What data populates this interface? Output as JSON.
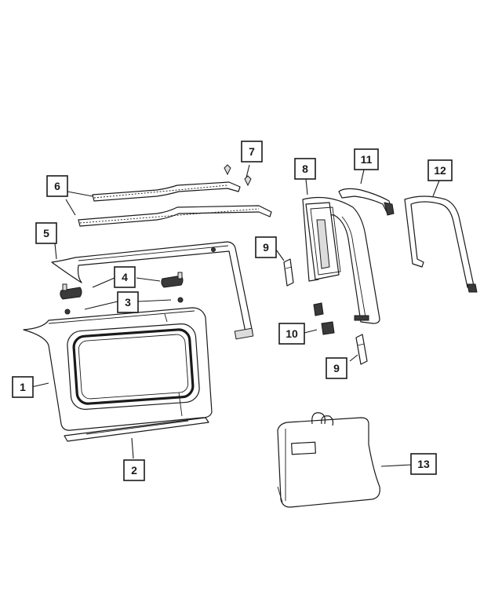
{
  "callouts": [
    {
      "id": "1",
      "label": "1"
    },
    {
      "id": "2",
      "label": "2"
    },
    {
      "id": "3",
      "label": "3"
    },
    {
      "id": "4",
      "label": "4"
    },
    {
      "id": "5",
      "label": "5"
    },
    {
      "id": "6",
      "label": "6"
    },
    {
      "id": "7",
      "label": "7"
    },
    {
      "id": "8",
      "label": "8"
    },
    {
      "id": "9a",
      "label": "9"
    },
    {
      "id": "9b",
      "label": "9"
    },
    {
      "id": "10",
      "label": "10"
    },
    {
      "id": "11",
      "label": "11"
    },
    {
      "id": "12",
      "label": "12"
    },
    {
      "id": "13",
      "label": "13"
    }
  ],
  "storage_bag_label": ""
}
